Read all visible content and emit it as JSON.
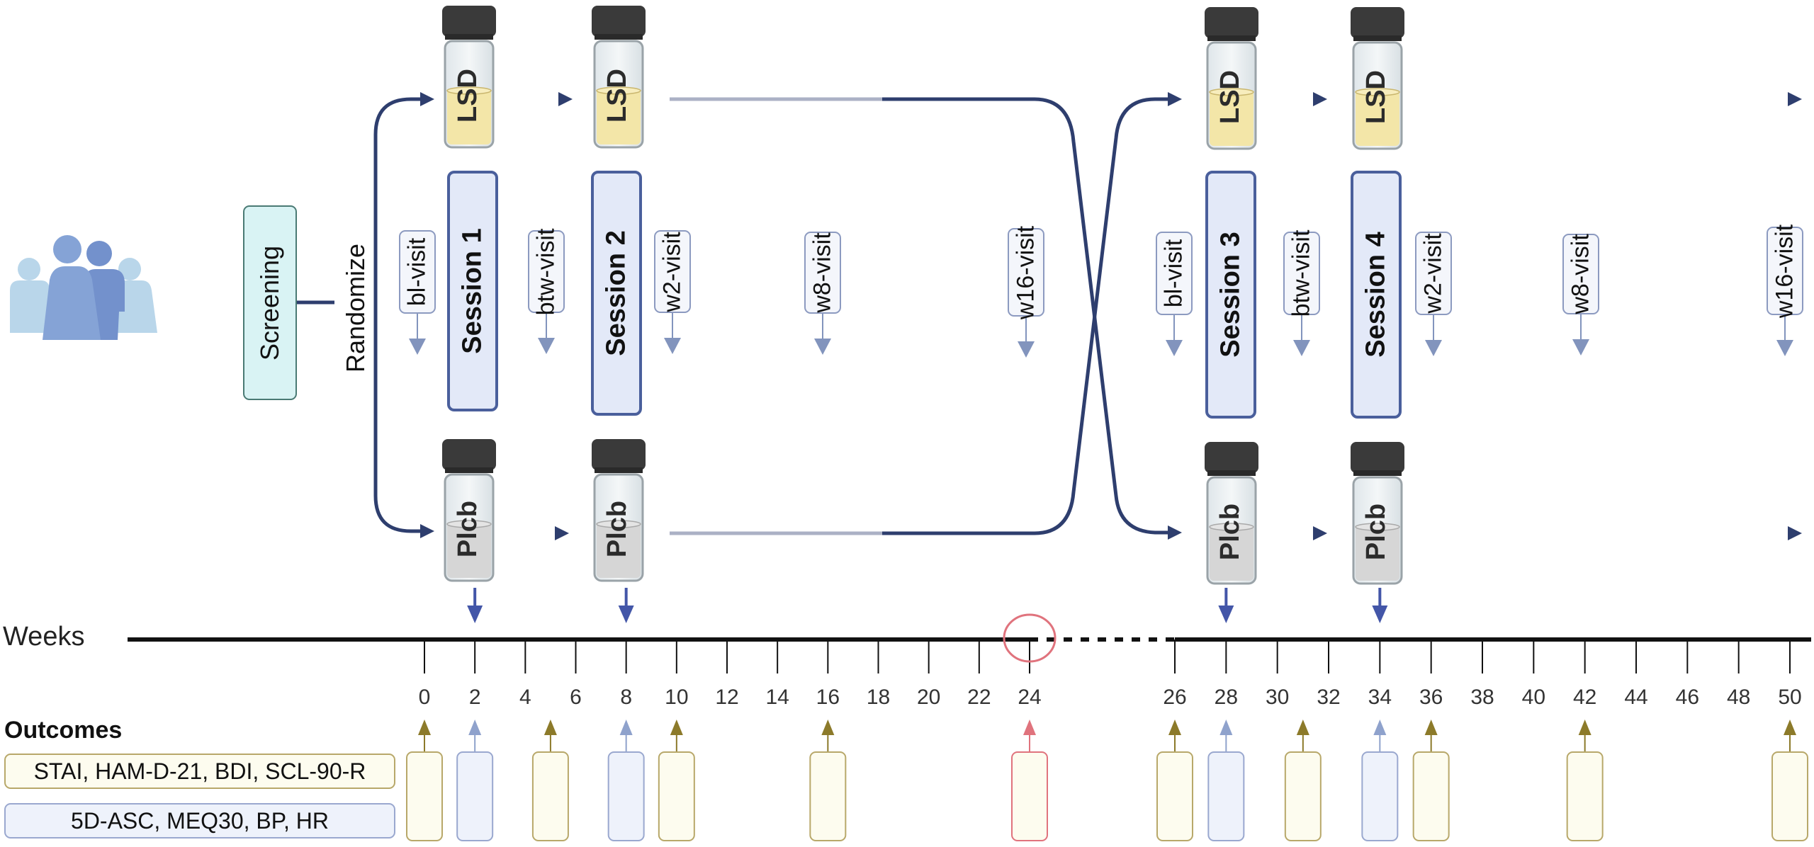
{
  "colors": {
    "arrow": "#2e3e6e",
    "session_border": "#4a5f9c",
    "session_fill": "#e3e9f8",
    "visit_border": "#8c9ac0",
    "visit_arrow": "#8294bd",
    "screening_fill": "#d9f3f4",
    "screening_border": "#4a7a74",
    "lsd_liquid": "#f3e6a8",
    "plcb_liquid": "#d6d6d6",
    "cap": "#3a3a3a",
    "gold": "#8c7a2a",
    "gold_box_border": "#b8a86a",
    "gold_box_fill": "#fdfcef",
    "blue_box_border": "#9aa8cf",
    "blue_box_fill": "#eef2fb",
    "blue_outcome_arrow": "#8fa2cc",
    "red": "#e0737d",
    "session_arrow": "#4356a8"
  },
  "participants": {
    "icon": "group-of-people-icon"
  },
  "screening": {
    "label": "Screening"
  },
  "randomize": {
    "label": "Randomize"
  },
  "vials": {
    "lsd_label": "LSD",
    "plcb_label": "Plcb"
  },
  "period1": {
    "sessions": [
      {
        "label": "Session 1"
      },
      {
        "label": "Session 2"
      }
    ],
    "visits": [
      {
        "label": "bl-visit"
      },
      {
        "label": "btw-visit"
      },
      {
        "label": "w2-visit"
      },
      {
        "label": "w8-visit"
      },
      {
        "label": "w16-visit"
      }
    ]
  },
  "period2": {
    "sessions": [
      {
        "label": "Session 3"
      },
      {
        "label": "Session 4"
      }
    ],
    "visits": [
      {
        "label": "bl-visit"
      },
      {
        "label": "btw-visit"
      },
      {
        "label": "w2-visit"
      },
      {
        "label": "w8-visit"
      },
      {
        "label": "w16-visit"
      }
    ]
  },
  "timeline": {
    "label": "Weeks",
    "ticks": [
      0,
      2,
      4,
      6,
      8,
      10,
      12,
      14,
      16,
      18,
      20,
      22,
      24,
      26,
      28,
      30,
      32,
      34,
      36,
      38,
      40,
      42,
      44,
      46,
      48,
      50
    ],
    "gap_between_weeks": [
      24,
      26
    ],
    "highlighted_week": 24,
    "session_weeks": [
      2,
      8,
      28,
      34
    ]
  },
  "outcomes": {
    "title": "Outcomes",
    "legend": [
      {
        "label": "STAI, HAM-D-21, BDI, SCL-90-R",
        "type": "psychometric"
      },
      {
        "label": "5D-ASC, MEQ30, BP, HR",
        "type": "acute"
      }
    ],
    "markers": [
      {
        "week": 0,
        "type": "psychometric"
      },
      {
        "week": 2,
        "type": "acute"
      },
      {
        "week": 5,
        "type": "psychometric"
      },
      {
        "week": 8,
        "type": "acute"
      },
      {
        "week": 10,
        "type": "psychometric"
      },
      {
        "week": 16,
        "type": "psychometric"
      },
      {
        "week": 24,
        "type": "highlight"
      },
      {
        "week": 26,
        "type": "psychometric"
      },
      {
        "week": 28,
        "type": "acute"
      },
      {
        "week": 31,
        "type": "psychometric"
      },
      {
        "week": 34,
        "type": "acute"
      },
      {
        "week": 36,
        "type": "psychometric"
      },
      {
        "week": 42,
        "type": "psychometric"
      },
      {
        "week": 50,
        "type": "psychometric"
      }
    ]
  }
}
